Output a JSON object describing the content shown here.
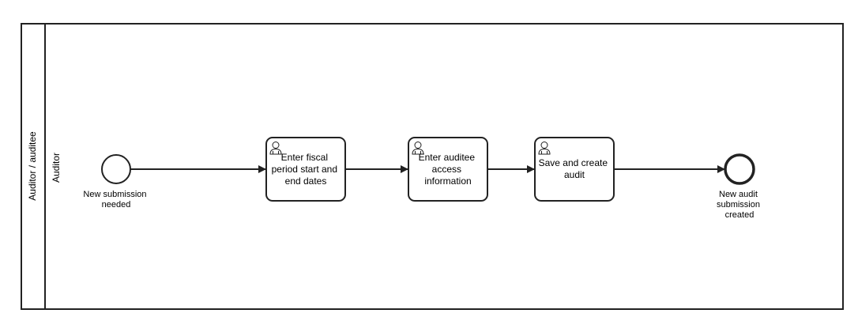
{
  "pool": {
    "label": "Auditor / auditee"
  },
  "lane": {
    "label": "Auditor"
  },
  "events": {
    "start": {
      "label_lines": [
        "New submission",
        "needed"
      ]
    },
    "end": {
      "label_lines": [
        "New audit",
        "submission",
        "created"
      ]
    }
  },
  "tasks": [
    {
      "icon": "user-icon",
      "label_lines": [
        "Enter fiscal",
        "period start and",
        "end dates"
      ]
    },
    {
      "icon": "user-icon",
      "label_lines": [
        "Enter auditee",
        "access",
        "information"
      ]
    },
    {
      "icon": "user-icon",
      "label_lines": [
        "Save and create",
        "audit"
      ]
    }
  ],
  "colors": {
    "stroke": "#222222",
    "fill": "#ffffff"
  }
}
